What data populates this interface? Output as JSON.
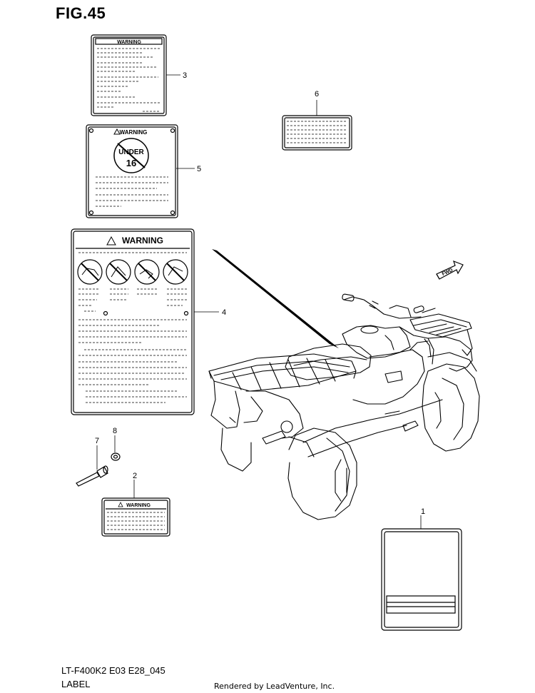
{
  "figure": {
    "title": "FIG.45",
    "code": "LT-F400K2 E03 E28_045",
    "caption": "LABEL",
    "rendered_by": "Rendered by LeadVenture, Inc."
  },
  "labels": {
    "warning_text": "WARNING",
    "under_text": "UNDER",
    "age_text": "16",
    "fwd_text": "FWD"
  },
  "callouts": [
    "1",
    "2",
    "3",
    "4",
    "5",
    "6",
    "7",
    "8"
  ]
}
